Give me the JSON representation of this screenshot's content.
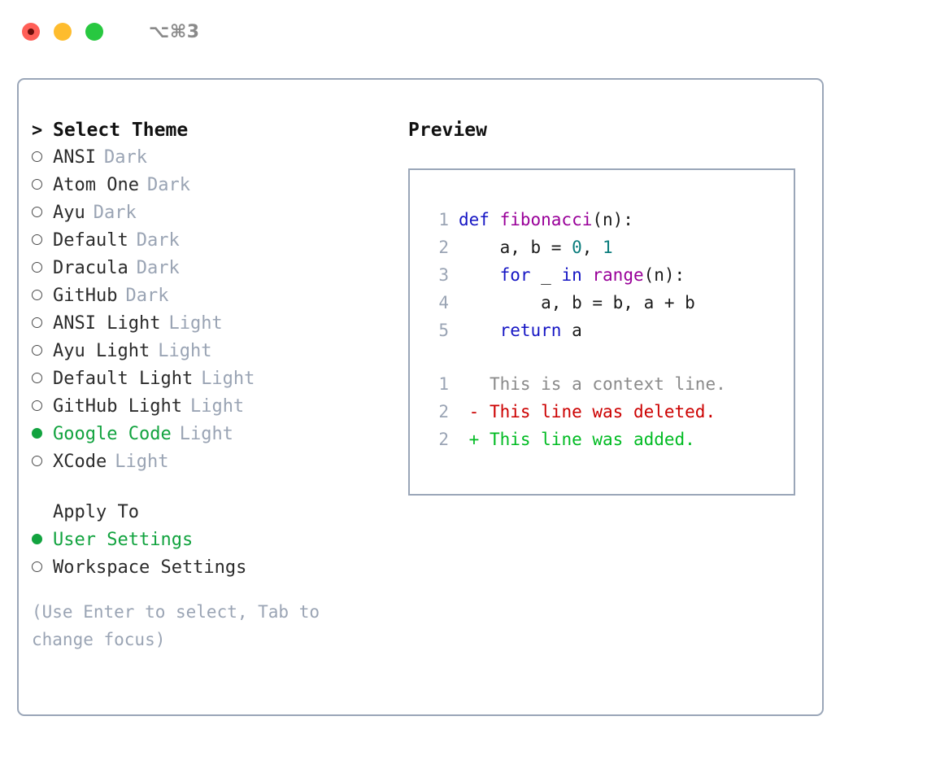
{
  "window": {
    "shortcut": "⌥⌘3",
    "traffic_lights": [
      "close-red",
      "minimize-yellow",
      "maximize-green"
    ]
  },
  "theme_picker": {
    "caret": ">",
    "title": "Select Theme",
    "selected_theme": "Google Code",
    "items": [
      {
        "name": "ANSI",
        "variant": "Dark",
        "selected": false
      },
      {
        "name": "Atom One",
        "variant": "Dark",
        "selected": false
      },
      {
        "name": "Ayu",
        "variant": "Dark",
        "selected": false
      },
      {
        "name": "Default",
        "variant": "Dark",
        "selected": false
      },
      {
        "name": "Dracula",
        "variant": "Dark",
        "selected": false
      },
      {
        "name": "GitHub",
        "variant": "Dark",
        "selected": false
      },
      {
        "name": "ANSI Light",
        "variant": "Light",
        "selected": false
      },
      {
        "name": "Ayu Light",
        "variant": "Light",
        "selected": false
      },
      {
        "name": "Default Light",
        "variant": "Light",
        "selected": false
      },
      {
        "name": "GitHub Light",
        "variant": "Light",
        "selected": false
      },
      {
        "name": "Google Code",
        "variant": "Light",
        "selected": true
      },
      {
        "name": "XCode",
        "variant": "Light",
        "selected": false
      }
    ]
  },
  "apply_to": {
    "title": "Apply To",
    "selected_option": "User Settings",
    "options": [
      {
        "label": "User Settings",
        "selected": true
      },
      {
        "label": "Workspace Settings",
        "selected": false
      }
    ]
  },
  "hint": {
    "text": "(Use Enter to select, Tab to change focus)"
  },
  "preview": {
    "title": "Preview",
    "code_lines": [
      {
        "no": "1",
        "segments": [
          {
            "t": "def ",
            "c": "tok-kw"
          },
          {
            "t": "fibonacci",
            "c": "tok-fn"
          },
          {
            "t": "(n):",
            "c": "tok-pl"
          }
        ]
      },
      {
        "no": "2",
        "segments": [
          {
            "t": "    a, b = ",
            "c": "tok-pl"
          },
          {
            "t": "0",
            "c": "tok-num"
          },
          {
            "t": ", ",
            "c": "tok-pl"
          },
          {
            "t": "1",
            "c": "tok-num"
          }
        ]
      },
      {
        "no": "3",
        "segments": [
          {
            "t": "    for ",
            "c": "tok-kw"
          },
          {
            "t": "_ ",
            "c": "tok-pl"
          },
          {
            "t": "in ",
            "c": "tok-kw"
          },
          {
            "t": "range",
            "c": "tok-fn"
          },
          {
            "t": "(n):",
            "c": "tok-pl"
          }
        ]
      },
      {
        "no": "4",
        "segments": [
          {
            "t": "        a, b = b, a + b",
            "c": "tok-pl"
          }
        ]
      },
      {
        "no": "5",
        "segments": [
          {
            "t": "    return ",
            "c": "tok-kw"
          },
          {
            "t": "a",
            "c": "tok-pl"
          }
        ]
      }
    ],
    "diff_lines": [
      {
        "no": "1",
        "sign": " ",
        "text": "This is a context line.",
        "kind": "diff-ctx"
      },
      {
        "no": "2",
        "sign": "-",
        "text": "This line was deleted.",
        "kind": "diff-del"
      },
      {
        "no": "2",
        "sign": "+",
        "text": "This line was added.",
        "kind": "diff-add"
      }
    ]
  },
  "colors": {
    "accent_green": "#12a33f",
    "muted": "#9aa4b4",
    "border": "#9aa6b8",
    "keyword": "#1616c4",
    "function": "#990099",
    "number": "#0b7d7d",
    "diff_add": "#00bb22",
    "diff_del": "#cc0000"
  }
}
